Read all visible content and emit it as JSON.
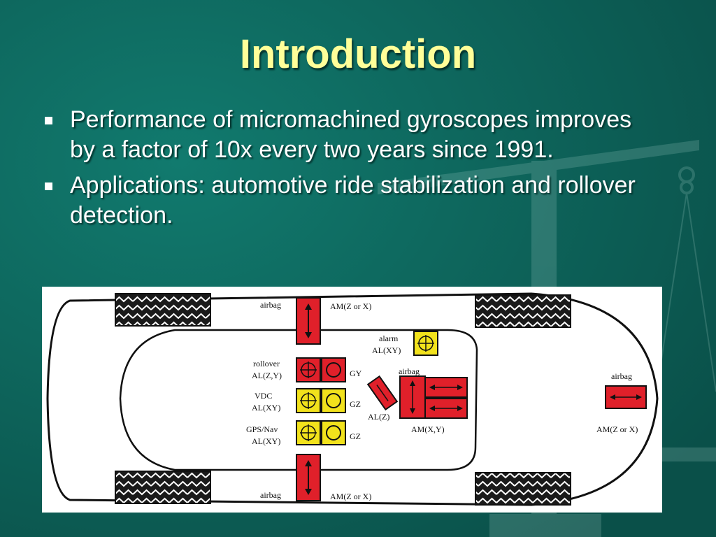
{
  "slide": {
    "title": "Introduction",
    "bullets": [
      "Performance of micromachined gyroscopes improves by a factor of 10x every two years since 1991.",
      "Applications: automotive ride stabilization and rollover detection."
    ]
  },
  "colors": {
    "background": "#0c5e56",
    "title": "#ffff99",
    "bullet_text": "#ffffff",
    "sensor_red": "#e0202a",
    "sensor_yellow": "#f2e21c"
  },
  "diagram": {
    "labels": {
      "airbag_top": "airbag",
      "am_top": "AM(Z or X)",
      "alarm": "alarm",
      "al_xy_alarm": "AL(XY)",
      "rollover": "rollover",
      "al_zy": "AL(Z,Y)",
      "gy": "GY",
      "airbag_mid": "airbag",
      "vdc": "VDC",
      "al_xy_vdc": "AL(XY)",
      "gz_1": "GZ",
      "gps_nav": "GPS/Nav",
      "al_xy_gps": "AL(XY)",
      "gz_2": "GZ",
      "al_z": "AL(Z)",
      "am_xy": "AM(X,Y)",
      "airbag_right": "airbag",
      "am_right": "AM(Z or X)",
      "airbag_bottom": "airbag",
      "am_bottom": "AM(Z or X)"
    }
  }
}
